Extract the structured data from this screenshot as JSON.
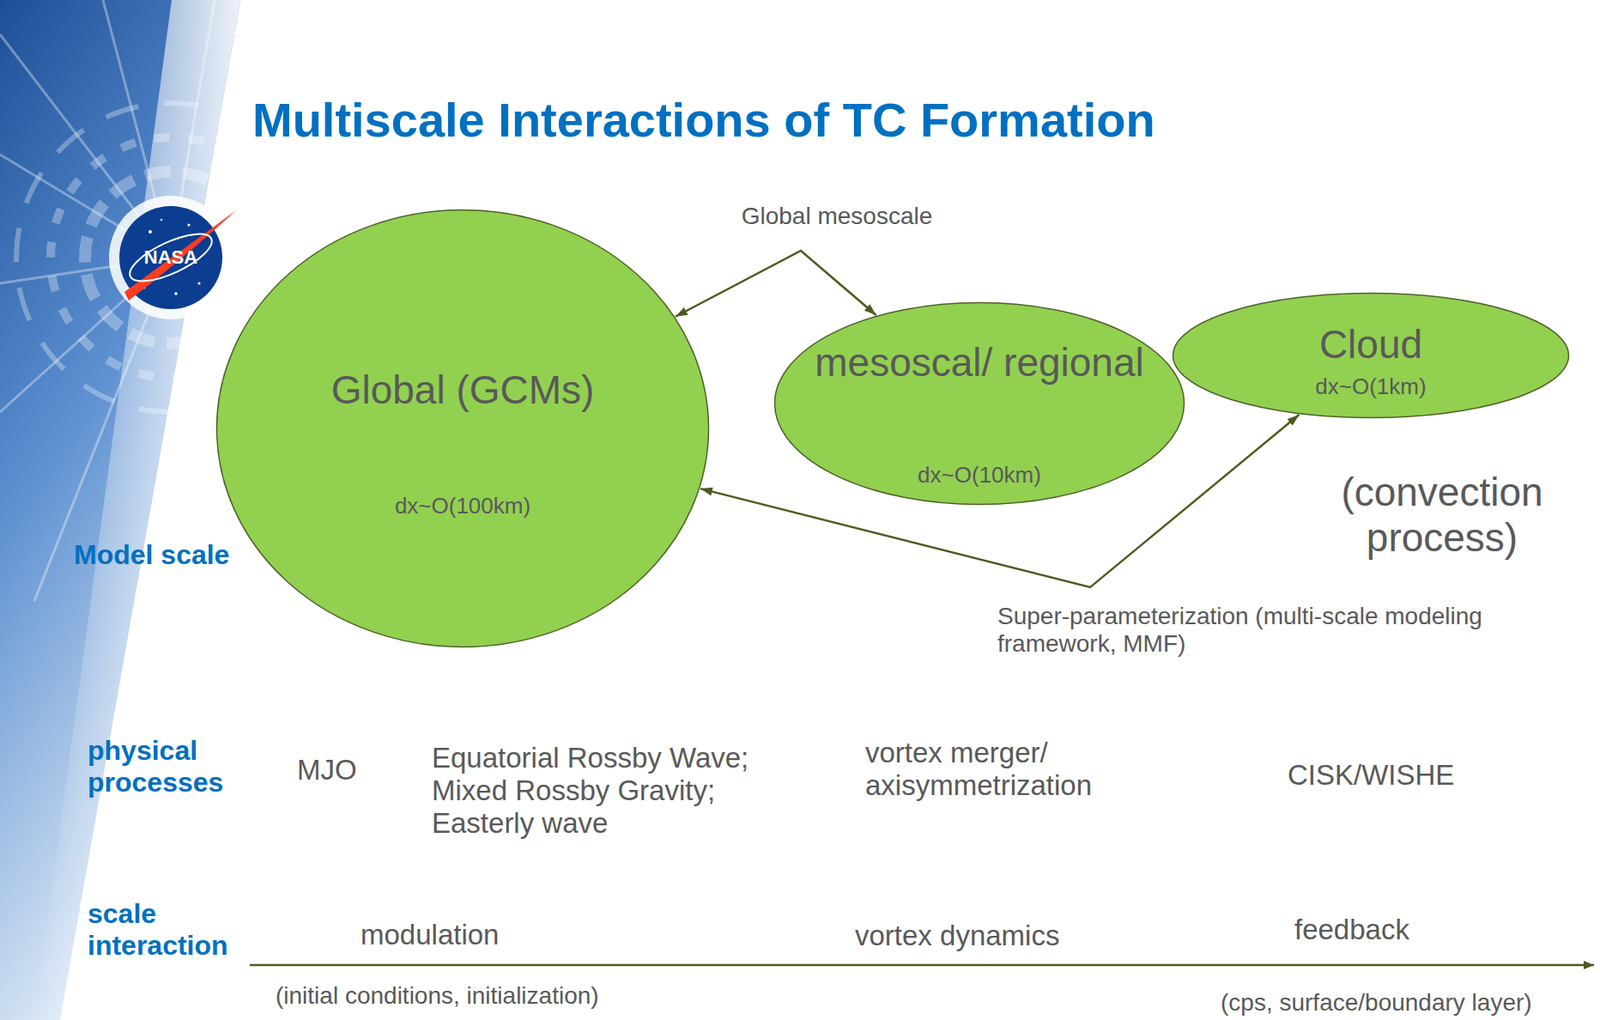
{
  "diagram": {
    "title": "Multiscale Interactions of TC Formation",
    "nodes": [
      {
        "text": [
          "Global (GCMs)",
          "dx~O(100km)"
        ]
      },
      {
        "text": [
          "mesoscal/ regional",
          "dx~O(10km)"
        ]
      },
      {
        "text": [
          "Cloud",
          "dx~O(1km)"
        ]
      }
    ],
    "edges": [
      {
        "from": 0,
        "to": 1,
        "arrow": "both",
        "label": "Global mesoscale"
      },
      {
        "from": 0,
        "to": 2,
        "arrow": "both",
        "label": "Super-parameterization (multi-scale modeling framework, MMF)"
      }
    ],
    "labels": [
      "NASA",
      "(convection process)",
      "Model scale",
      "physical processes",
      "MJO",
      "Equatorial Rossby Wave; Mixed Rossby Gravity; Easterly wave",
      "vortex merger/ axisymmetrization",
      "CISK/WISHE",
      "scale interaction",
      "modulation",
      "vortex dynamics",
      "feedback",
      "(initial conditions, initialization)",
      "(cps, surface/boundary layer)"
    ]
  }
}
